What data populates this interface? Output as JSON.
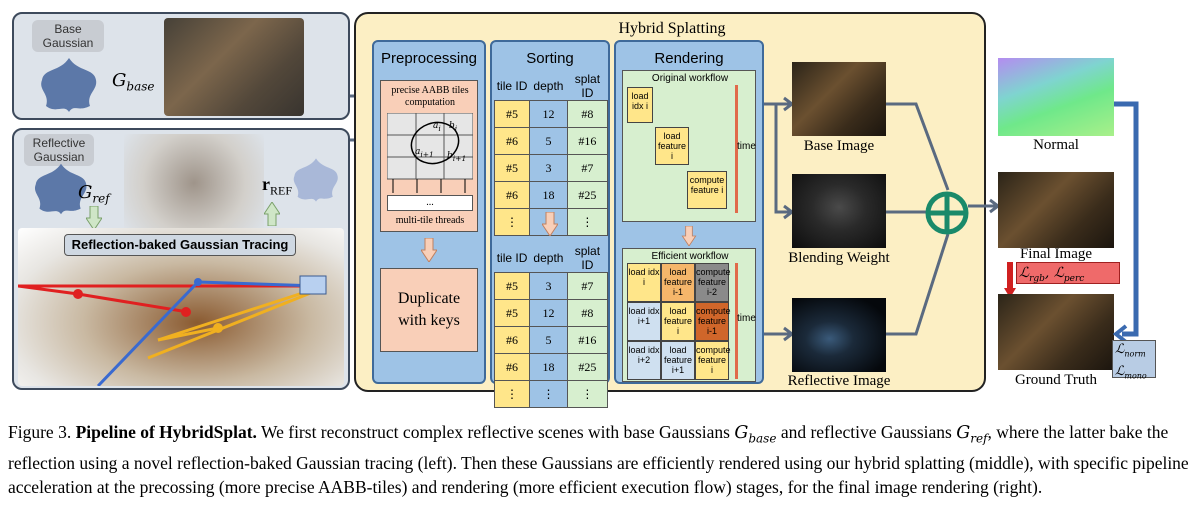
{
  "left": {
    "base_label": "Base\nGaussian",
    "g_base": "G",
    "g_base_sub": "base",
    "reflective_label": "Reflective\nGaussian",
    "g_ref": "G",
    "g_ref_sub": "ref",
    "r_ref": "r",
    "r_ref_sub": "REF",
    "tracing_label": "Reflection-baked Gaussian Tracing"
  },
  "hybrid": {
    "title": "Hybrid Splatting",
    "preprocessing": {
      "title": "Preprocessing",
      "aabb": "precise AABB tiles computation",
      "a_i": "a",
      "a_i_sub": "i",
      "b_i": "b",
      "b_i_sub": "i",
      "a_i1": "a",
      "a_i1_sub": "i+1",
      "b_i1": "b",
      "b_i1_sub": "i+1",
      "dots": "...",
      "threads": "multi-tile threads",
      "duplicate": "Duplicate with keys"
    },
    "sorting": {
      "title": "Sorting",
      "headers": [
        "tile ID",
        "depth",
        "splat ID"
      ],
      "top_rows": [
        [
          "#5",
          "12",
          "#8"
        ],
        [
          "#6",
          "5",
          "#16"
        ],
        [
          "#5",
          "3",
          "#7"
        ],
        [
          "#6",
          "18",
          "#25"
        ],
        [
          "⋮",
          "⋮",
          "⋮"
        ]
      ],
      "bottom_rows": [
        [
          "#5",
          "3",
          "#7"
        ],
        [
          "#5",
          "12",
          "#8"
        ],
        [
          "#6",
          "5",
          "#16"
        ],
        [
          "#6",
          "18",
          "#25"
        ],
        [
          "⋮",
          "⋮",
          "⋮"
        ]
      ]
    },
    "rendering": {
      "title": "Rendering",
      "original": "Original workflow",
      "efficient": "Efficient workflow",
      "time": "time",
      "time2": "time",
      "orig_load_idx": "load idx i",
      "orig_load_feature": "load feature i",
      "orig_compute_feature": "compute feature i",
      "eff": [
        [
          "load idx i",
          "load feature i-1",
          "compute feature i-2"
        ],
        [
          "load idx i+1",
          "load feature i",
          "compute feature i-1"
        ],
        [
          "load idx i+2",
          "load feature i+1",
          "compute feature i"
        ]
      ]
    }
  },
  "outputs": {
    "base_image": "Base Image",
    "blending_weight": "Blending Weight",
    "reflective_image": "Reflective Image",
    "normal": "Normal",
    "final_image": "Final Image",
    "ground_truth": "Ground Truth",
    "loss_rgb": "ℒ",
    "loss_rgb_sub": "rgb",
    "loss_perc": "ℒ",
    "loss_perc_sub": "perc",
    "loss_norm": "ℒ",
    "loss_norm_sub": "norm",
    "loss_mono": "ℒ",
    "loss_mono_sub": "mono"
  },
  "caption": {
    "fig": "Figure 3.",
    "title": "Pipeline of HybridSplat.",
    "t1": " We first reconstruct complex reflective scenes with  base Gaussians ",
    "g1": "G",
    "g1_sub": "base",
    "t2": " and reflective Gaussians ",
    "g2": "G",
    "g2_sub": "ref",
    "t3": ", where the latter bake the reflection using a novel reflection-baked Gaussian tracing (left).  Then these Gaussians are efficiently rendered using our hybrid splatting (middle), with specific pipeline acceleration at the precossing (more precise AABB-tiles) and rendering (more efficient execution flow) stages, for the final image rendering (right)."
  }
}
